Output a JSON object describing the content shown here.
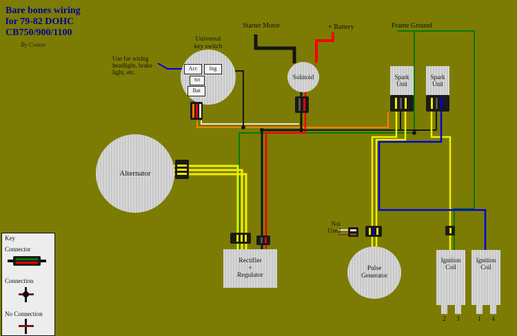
{
  "colors": {
    "background": "#7c7c04",
    "component_fill": "#d4d4d4",
    "title_blue": "#00009c",
    "wire_black": "#151515",
    "wire_red": "#f40006",
    "wire_green": "#067806",
    "wire_orange": "#ff8000",
    "wire_blue": "#0000dd",
    "wire_yellow": "#efef00",
    "wire_white": "#e8e8da",
    "wire_brown": "#7a4a1e"
  },
  "title": {
    "lines": [
      "Bare bones wiring",
      "for 79-82 DOHC",
      "CB750/900/1100"
    ],
    "byline": "By Cooter"
  },
  "note": {
    "lines": [
      "Use for wiring",
      "headlight, brake",
      "light, etc."
    ]
  },
  "key_switch": {
    "label_lines": [
      "Universal",
      "key switch"
    ],
    "terminals": [
      "Acc",
      "Ing",
      "Srt",
      "Bat"
    ]
  },
  "top_labels": {
    "starter_motor": "Starter Motor",
    "battery": "+ Battery",
    "frame_ground": "Frame Ground"
  },
  "solenoid": {
    "label": "Solinoid"
  },
  "spark_units": [
    {
      "lines": [
        "Spark",
        "Unit"
      ]
    },
    {
      "lines": [
        "Spark",
        "Unit"
      ]
    }
  ],
  "alternator": {
    "label": "Alternator"
  },
  "rectifier": {
    "lines": [
      "Rectifier",
      "+",
      "Regulator"
    ]
  },
  "pulse_generator": {
    "lines": [
      "Pulse",
      "Generator"
    ]
  },
  "not_used": {
    "lines": [
      "Not",
      "Used"
    ]
  },
  "ignition_coils": [
    {
      "lines": [
        "Ignition",
        "Coil"
      ],
      "terminals": [
        "2",
        "3"
      ]
    },
    {
      "lines": [
        "Ignition",
        "Coil"
      ],
      "terminals": [
        "1",
        "4"
      ]
    }
  ],
  "legend": {
    "title": "Key",
    "connector_label": "Connector",
    "connection_label": "Connection",
    "no_connection_label": "No Connection"
  }
}
